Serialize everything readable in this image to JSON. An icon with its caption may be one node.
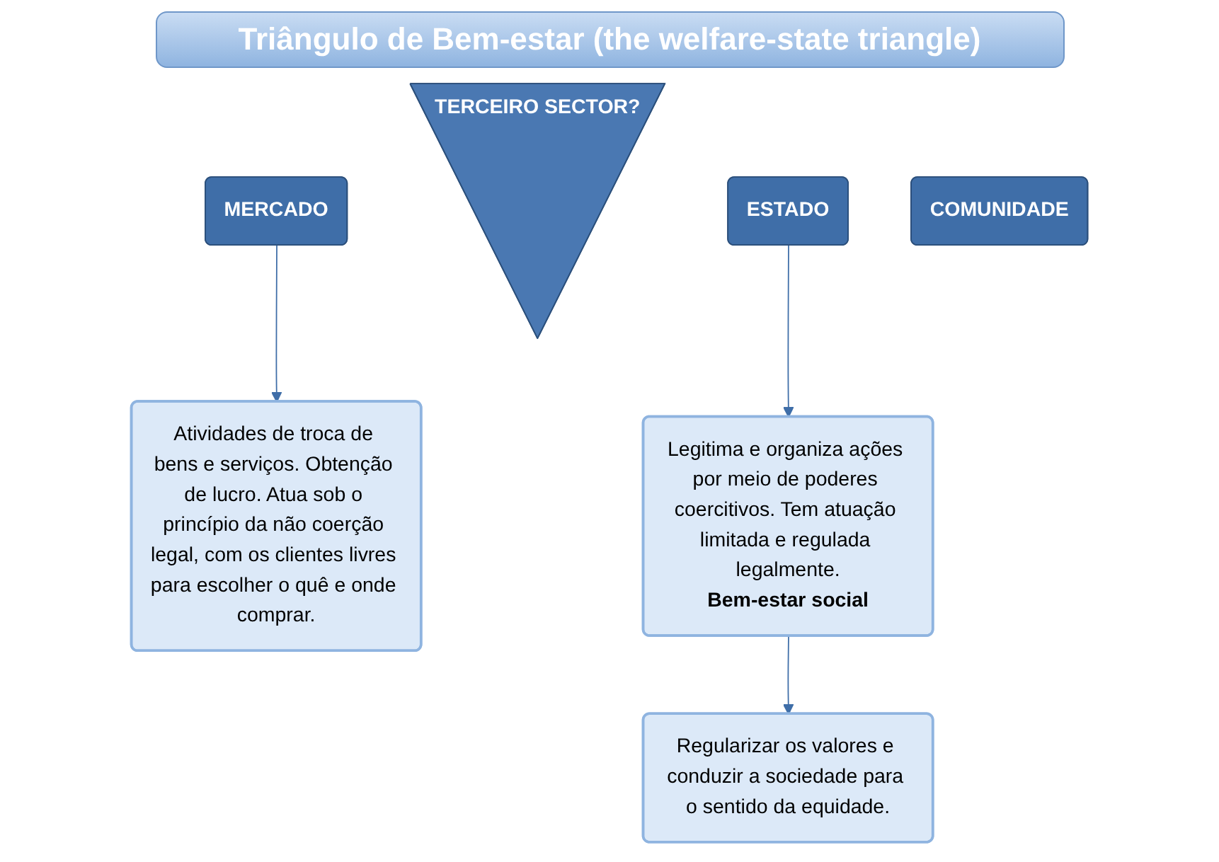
{
  "diagram": {
    "title": "Triângulo de Bem-estar (the welfare-state triangle)",
    "nodes": [
      {
        "text": [
          "MERCADO"
        ]
      },
      {
        "text": [
          "TERCEIRO SECTOR?"
        ]
      },
      {
        "text": [
          "ESTADO"
        ]
      },
      {
        "text": [
          "Atividades de troca de bens e serviços. Obtenção de lucro. Atua sob o princípio da não coerção legal, com os clientes livres para escolher o quê e onde comprar."
        ]
      },
      {
        "text": [
          "Legitima e organiza ações por meio de poderes coercitivos. Tem atuação limitada e regulada legalmente.",
          "Bem-estar social"
        ]
      },
      {
        "text": [
          "COMUNIDADE"
        ]
      },
      {
        "text": [
          "Regularizar os valores e conduzir a sociedade para o sentido da equidade."
        ]
      }
    ],
    "edges": [
      {
        "from": 0,
        "to": 3,
        "arrow": "to"
      },
      {
        "from": 2,
        "to": 4,
        "arrow": "to"
      },
      {
        "from": 4,
        "to": 6,
        "arrow": "to"
      }
    ]
  }
}
